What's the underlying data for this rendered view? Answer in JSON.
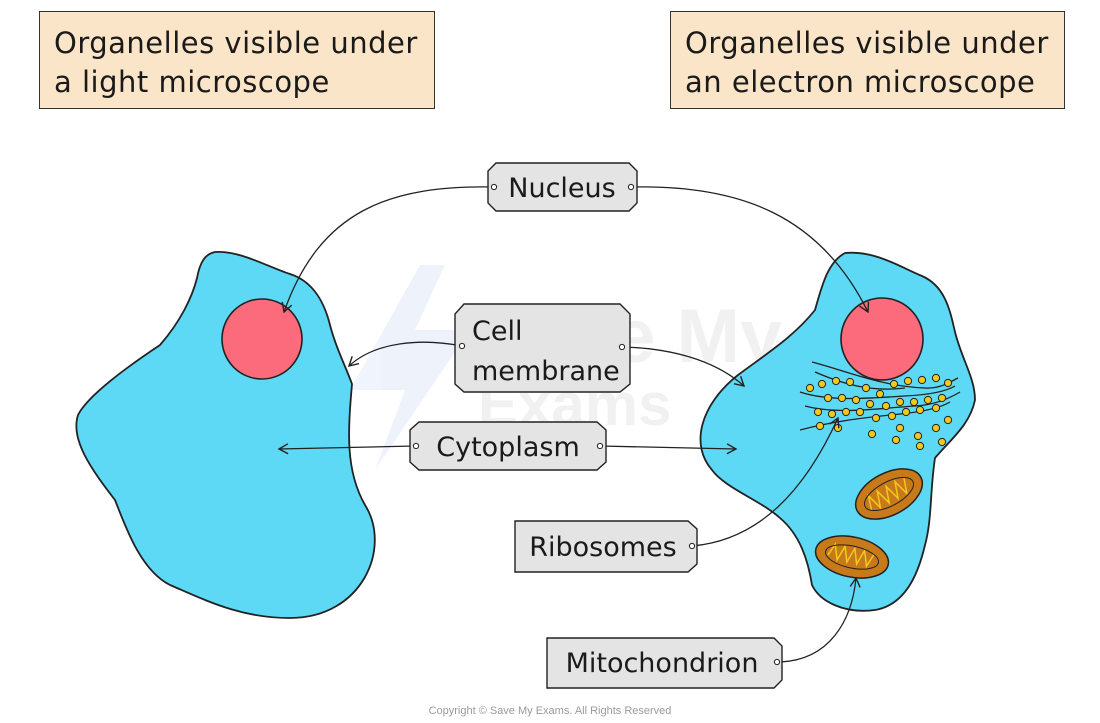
{
  "headers": {
    "light": "Organelles visible under\na light microscope",
    "electron": "Organelles visible under\nan electron microscope"
  },
  "labels": {
    "nucleus": "Nucleus",
    "cell_membrane_line1": "Cell",
    "cell_membrane_line2": "membrane",
    "cytoplasm": "Cytoplasm",
    "ribosomes": "Ribosomes",
    "mitochondrion": "Mitochondrion"
  },
  "watermark": {
    "line1": "Save My",
    "line2": "Exams"
  },
  "copyright": "Copyright © Save My Exams. All Rights Reserved",
  "colors": {
    "cell_fill": "#5dd8f5",
    "nucleus_fill": "#fb6b7b",
    "header_fill": "#fbe5c8",
    "label_fill": "#e4e4e4",
    "ribosome_fill": "#f2c81d",
    "mitochondrion_fill": "#c87a1b",
    "outline": "#222222"
  }
}
